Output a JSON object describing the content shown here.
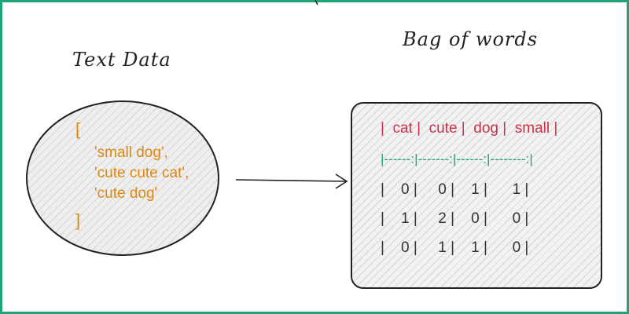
{
  "left_title": "Text Data",
  "right_title": "Bag of words",
  "text_list": {
    "open_bracket": "[",
    "items": [
      "'small dog',",
      "'cute cute cat',",
      "'cute dog'"
    ],
    "close_bracket": "]"
  },
  "table": {
    "header": "|  cat |  cute |  dog |  small |",
    "separator": "|------:|-------:|------:|--------:|",
    "rows": [
      "|    0 |     0 |    1 |      1 |",
      "|    1 |     2 |    0 |      0 |",
      "|    0 |     1 |    1 |      0 |"
    ]
  },
  "colors": {
    "frame": "#1fa37b",
    "list_text": "#e0870f",
    "table_header": "#c8334a",
    "table_separator": "#1fa37b",
    "table_body": "#333333",
    "ellipse_fill": "#eeeeee"
  }
}
